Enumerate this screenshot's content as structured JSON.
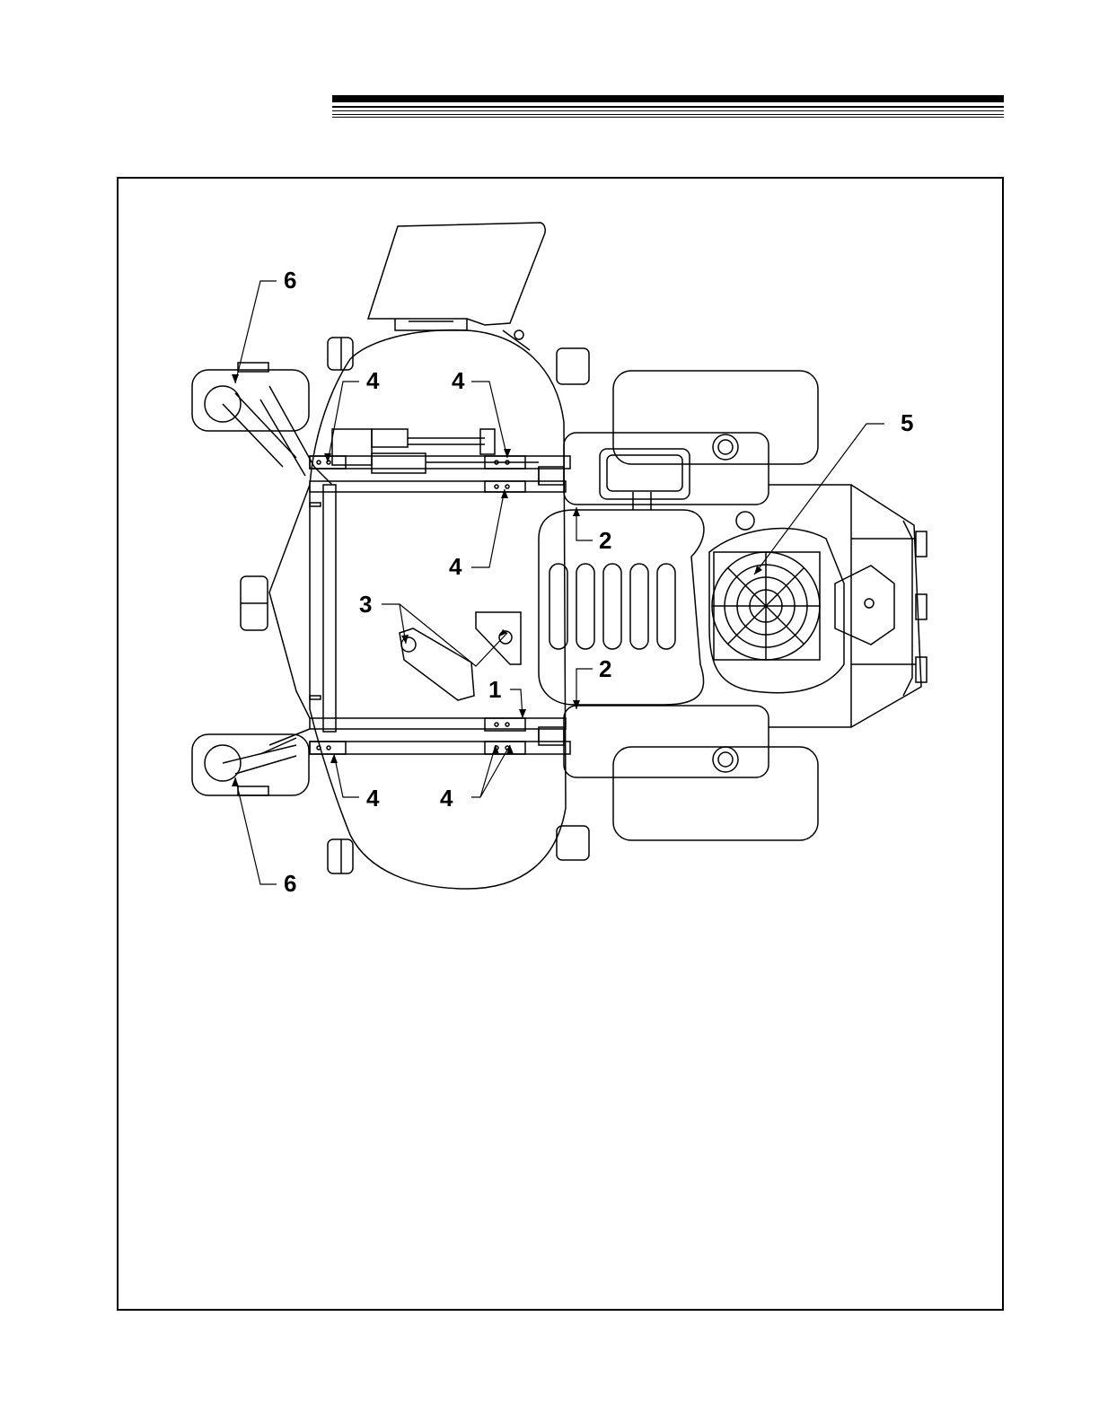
{
  "diagram": {
    "callouts": {
      "c1": "1",
      "c2a": "2",
      "c2b": "2",
      "c3": "3",
      "c4a": "4",
      "c4b": "4",
      "c4c": "4",
      "c4d": "4",
      "c4e": "4",
      "c5": "5",
      "c6a": "6",
      "c6b": "6"
    }
  },
  "colors": {
    "line": "#000000",
    "background": "#ffffff"
  }
}
